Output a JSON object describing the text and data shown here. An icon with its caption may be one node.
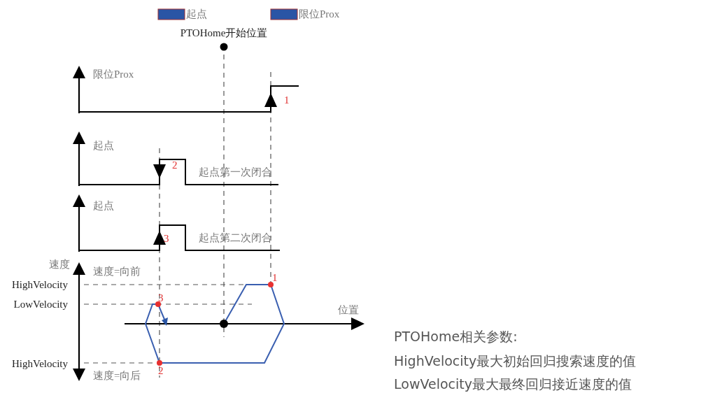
{
  "diagram": {
    "labels": [
      "PTOHome开始位置",
      "限位Prox",
      "1",
      "起点",
      "2",
      "起点第一次闭合",
      "起点",
      "3",
      "起点第二次闭合",
      "速度",
      "速度=向前",
      "1",
      "HighVelocity",
      "3",
      "LowVelocity",
      "位置",
      "HighVelocity",
      "2",
      "速度=向后",
      "PTOHome相关参数:",
      "HighVelocity最大初始回归搜索速度的值",
      "LowVelocity最大最终回归接近速度的值"
    ],
    "legend": [
      {
        "text": "起点",
        "color": "#2a55a5"
      },
      {
        "text": "限位Prox",
        "color": "#2a55a5"
      }
    ]
  }
}
